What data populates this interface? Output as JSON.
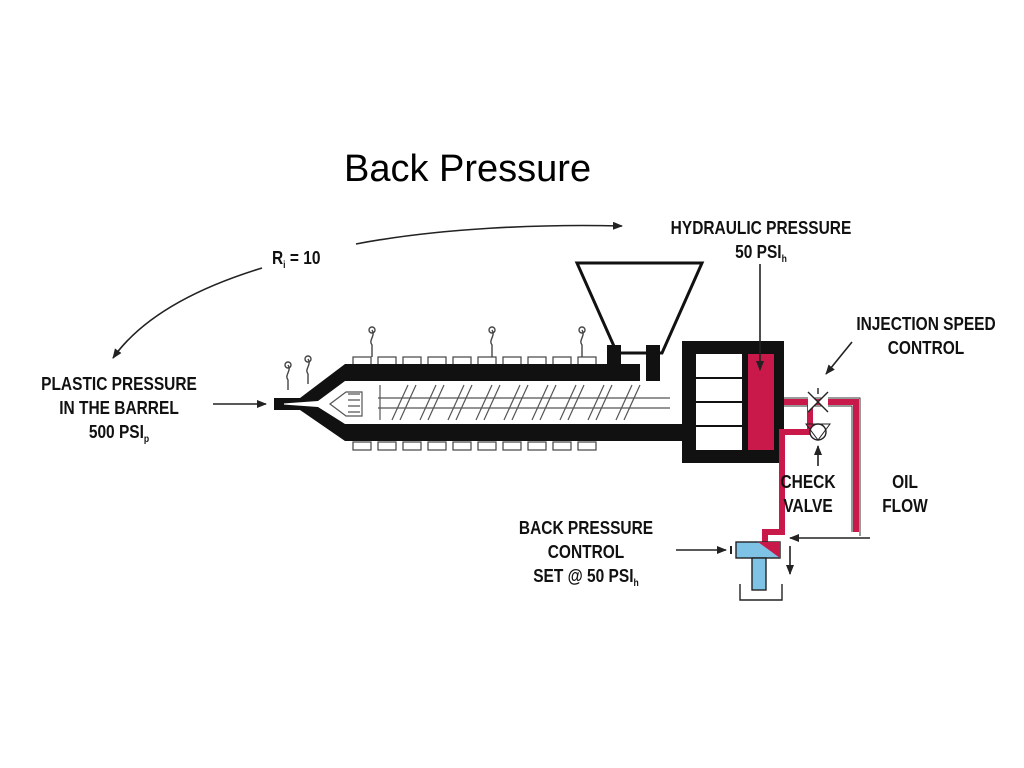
{
  "title": "Back Pressure",
  "labels": {
    "ratio": {
      "main": "R",
      "sub": "i",
      "rest": " = 10"
    },
    "hydraulic_pressure": {
      "line1": "HYDRAULIC PRESSURE",
      "line2_main": "50 PSI",
      "line2_sub": "h"
    },
    "injection_speed_control": {
      "line1": "INJECTION SPEED",
      "line2": "CONTROL"
    },
    "plastic_pressure": {
      "line1": "PLASTIC PRESSURE",
      "line2": "IN THE BARREL",
      "line3_main": "500 PSI",
      "line3_sub": "p"
    },
    "check_valve": {
      "line1": "CHECK",
      "line2": "VALVE"
    },
    "oil_flow": {
      "line1": "OIL",
      "line2": "FLOW"
    },
    "back_pressure_control": {
      "line1": "BACK PRESSURE",
      "line2": "CONTROL",
      "line3_main": "SET @ 50 PSI",
      "line3_sub": "h"
    }
  },
  "colors": {
    "hydraulic_oil": "#c8194a",
    "valve_water": "#7ec3e6",
    "metal": "#111111",
    "outline": "#222222"
  }
}
